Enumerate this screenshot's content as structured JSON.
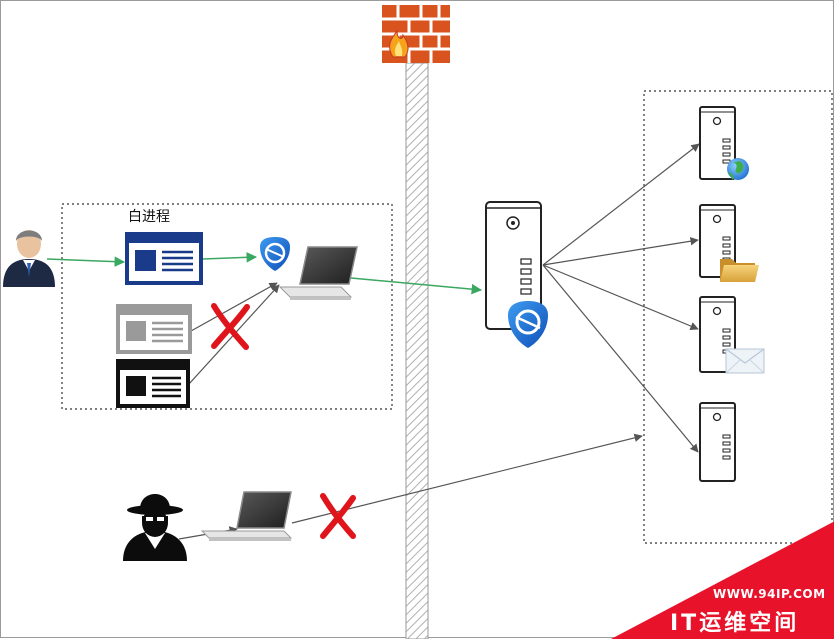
{
  "diagram": {
    "zones": {
      "client_group_label": "白进程"
    },
    "nodes": [
      {
        "id": "user",
        "kind": "person-icon"
      },
      {
        "id": "trusted-process",
        "kind": "app-window-icon",
        "color": "#1a3a8a"
      },
      {
        "id": "untrusted-process-gray",
        "kind": "app-window-icon",
        "color": "#9a9a9a"
      },
      {
        "id": "untrusted-process-black",
        "kind": "app-window-icon",
        "color": "#111111"
      },
      {
        "id": "client-laptop",
        "kind": "laptop-icon"
      },
      {
        "id": "gateway-server",
        "kind": "server-icon"
      },
      {
        "id": "web-server",
        "kind": "server-icon",
        "badge": "globe-icon"
      },
      {
        "id": "file-server",
        "kind": "server-icon",
        "badge": "folder-icon"
      },
      {
        "id": "mail-server",
        "kind": "server-icon",
        "badge": "envelope-icon"
      },
      {
        "id": "app-server",
        "kind": "server-icon"
      },
      {
        "id": "hacker",
        "kind": "hacker-icon"
      },
      {
        "id": "hacker-laptop",
        "kind": "laptop-icon"
      },
      {
        "id": "firewall",
        "kind": "firewall-icon",
        "color": "#d9531e"
      }
    ],
    "edges": [
      {
        "from": "user",
        "to": "trusted-process",
        "style": "allowed"
      },
      {
        "from": "trusted-process",
        "to": "client-laptop",
        "style": "allowed"
      },
      {
        "from": "untrusted-process-gray",
        "to": "client-laptop",
        "style": "blocked"
      },
      {
        "from": "untrusted-process-black",
        "to": "client-laptop",
        "style": "blocked"
      },
      {
        "from": "client-laptop",
        "to": "gateway-server",
        "style": "allowed"
      },
      {
        "from": "gateway-server",
        "to": "web-server",
        "style": "neutral"
      },
      {
        "from": "gateway-server",
        "to": "file-server",
        "style": "neutral"
      },
      {
        "from": "gateway-server",
        "to": "mail-server",
        "style": "neutral"
      },
      {
        "from": "gateway-server",
        "to": "app-server",
        "style": "neutral"
      },
      {
        "from": "hacker",
        "to": "hacker-laptop",
        "style": "neutral"
      },
      {
        "from": "hacker-laptop",
        "to": "server-zone",
        "style": "blocked"
      }
    ],
    "colors": {
      "allowed": "#3aa860",
      "neutral": "#555555",
      "blocked": "#e0151b",
      "shield": "#1e73d8",
      "watermark": "#e8132b"
    }
  },
  "watermark": {
    "url": "WWW.94IP.COM",
    "brand": "IT运维空间"
  }
}
